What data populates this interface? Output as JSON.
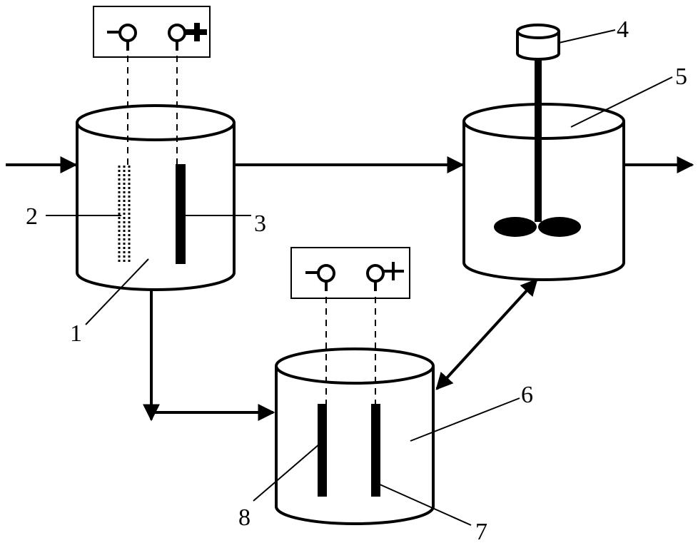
{
  "labels": {
    "tank1": "1",
    "electrode2": "2",
    "electrode3": "3",
    "motor4": "4",
    "tank5": "5",
    "tank6": "6",
    "electrode7": "7",
    "electrode8": "8"
  }
}
